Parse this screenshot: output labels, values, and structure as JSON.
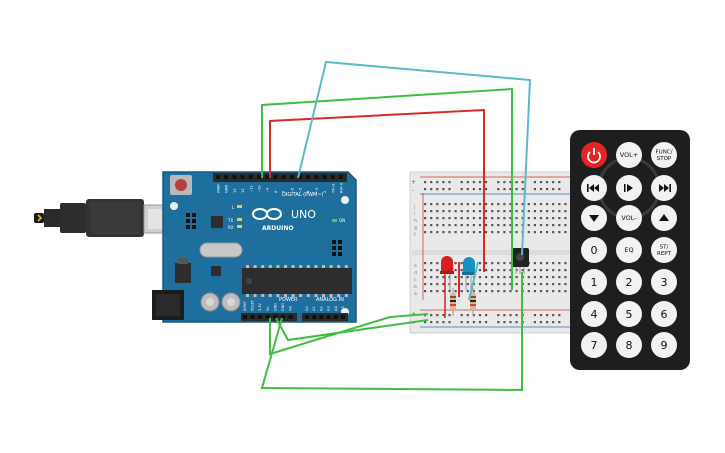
{
  "arduino": {
    "brand": "ARDUINO",
    "model": "UNO",
    "on_label": "ON",
    "digital_label": "DIGITAL (PWM~)",
    "power_label": "POWER",
    "analog_label": "ANALOG IN",
    "digital_pins": [
      "AREF",
      "GND",
      "13",
      "12",
      "~11",
      "~10",
      "~9",
      "8",
      "7",
      "~6",
      "~5",
      "4",
      "~3",
      "2",
      "TX→1",
      "RX←0"
    ],
    "power_pins": [
      "IOREF",
      "RESET",
      "3.3V",
      "5V",
      "GND",
      "GND",
      "Vin"
    ],
    "analog_pins": [
      "A0",
      "A1",
      "A2",
      "A3",
      "A4",
      "A5"
    ],
    "led_labels": [
      "L",
      "TX",
      "RX"
    ],
    "colors": {
      "board": "#1f6f9e",
      "board_edge": "#155a82",
      "header": "#2b2b2b",
      "chip": "#2d2d2d"
    }
  },
  "breadboard": {
    "row_letters": [
      "a",
      "b",
      "c",
      "d",
      "e",
      "f",
      "g",
      "h",
      "i",
      "j"
    ],
    "rail_signs": {
      "plus": "+",
      "minus": "-"
    },
    "colors": {
      "body": "#e9e9e9",
      "rail_red": "#d33",
      "rail_blue": "#36c"
    }
  },
  "remote": {
    "buttons": [
      {
        "label": "",
        "kind": "power"
      },
      {
        "label": "VOL+",
        "kind": "text"
      },
      {
        "label": "FUNC/ STOP",
        "kind": "text"
      },
      {
        "label": "",
        "kind": "rewind"
      },
      {
        "label": "",
        "kind": "play-pause"
      },
      {
        "label": "",
        "kind": "fast-forward"
      },
      {
        "label": "",
        "kind": "down"
      },
      {
        "label": "VOL-",
        "kind": "text"
      },
      {
        "label": "",
        "kind": "up"
      },
      {
        "label": "0",
        "kind": "text"
      },
      {
        "label": "EQ",
        "kind": "text"
      },
      {
        "label": "ST/ REPT",
        "kind": "text"
      },
      {
        "label": "1",
        "kind": "text"
      },
      {
        "label": "2",
        "kind": "text"
      },
      {
        "label": "3",
        "kind": "text"
      },
      {
        "label": "4",
        "kind": "text"
      },
      {
        "label": "5",
        "kind": "text"
      },
      {
        "label": "6",
        "kind": "text"
      },
      {
        "label": "7",
        "kind": "text"
      },
      {
        "label": "8",
        "kind": "text"
      },
      {
        "label": "9",
        "kind": "text"
      }
    ],
    "colors": {
      "body": "#1e1e1e",
      "button": "#f2f2f2",
      "power": "#e52323"
    }
  },
  "components": {
    "leds": [
      {
        "name": "red-led",
        "color": "#d42020"
      },
      {
        "name": "blue-led",
        "color": "#1b8fc4"
      }
    ],
    "ir_receiver": {
      "color": "#222"
    }
  },
  "wires": {
    "colors": {
      "green": "#3fbf3f",
      "red": "#d82a2a",
      "cyan": "#5fb8c8"
    }
  }
}
